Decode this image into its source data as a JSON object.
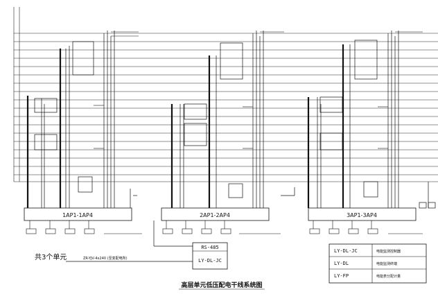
{
  "panels": [
    {
      "id": "panel-1",
      "label": "1AP1-1AP4"
    },
    {
      "id": "panel-2",
      "label": "2AP1-2AP4"
    },
    {
      "id": "panel-3",
      "label": "3AP1-3AP4"
    }
  ],
  "feeders": [
    {
      "label": "ZR-YJV-4x240 (至变配电所)"
    }
  ],
  "controller": {
    "line1": "RS-485",
    "line2": "LY-DL-JC"
  },
  "legend": [
    {
      "code": "LY-DL-JC",
      "desc": "电能监测控制器"
    },
    {
      "code": "LY-DL",
      "desc": "电能监测终端"
    },
    {
      "code": "LY-FP",
      "desc": "电能表分配计量"
    }
  ],
  "side_note": "共3个单元",
  "title": "高层单元低压配电干线系统图"
}
